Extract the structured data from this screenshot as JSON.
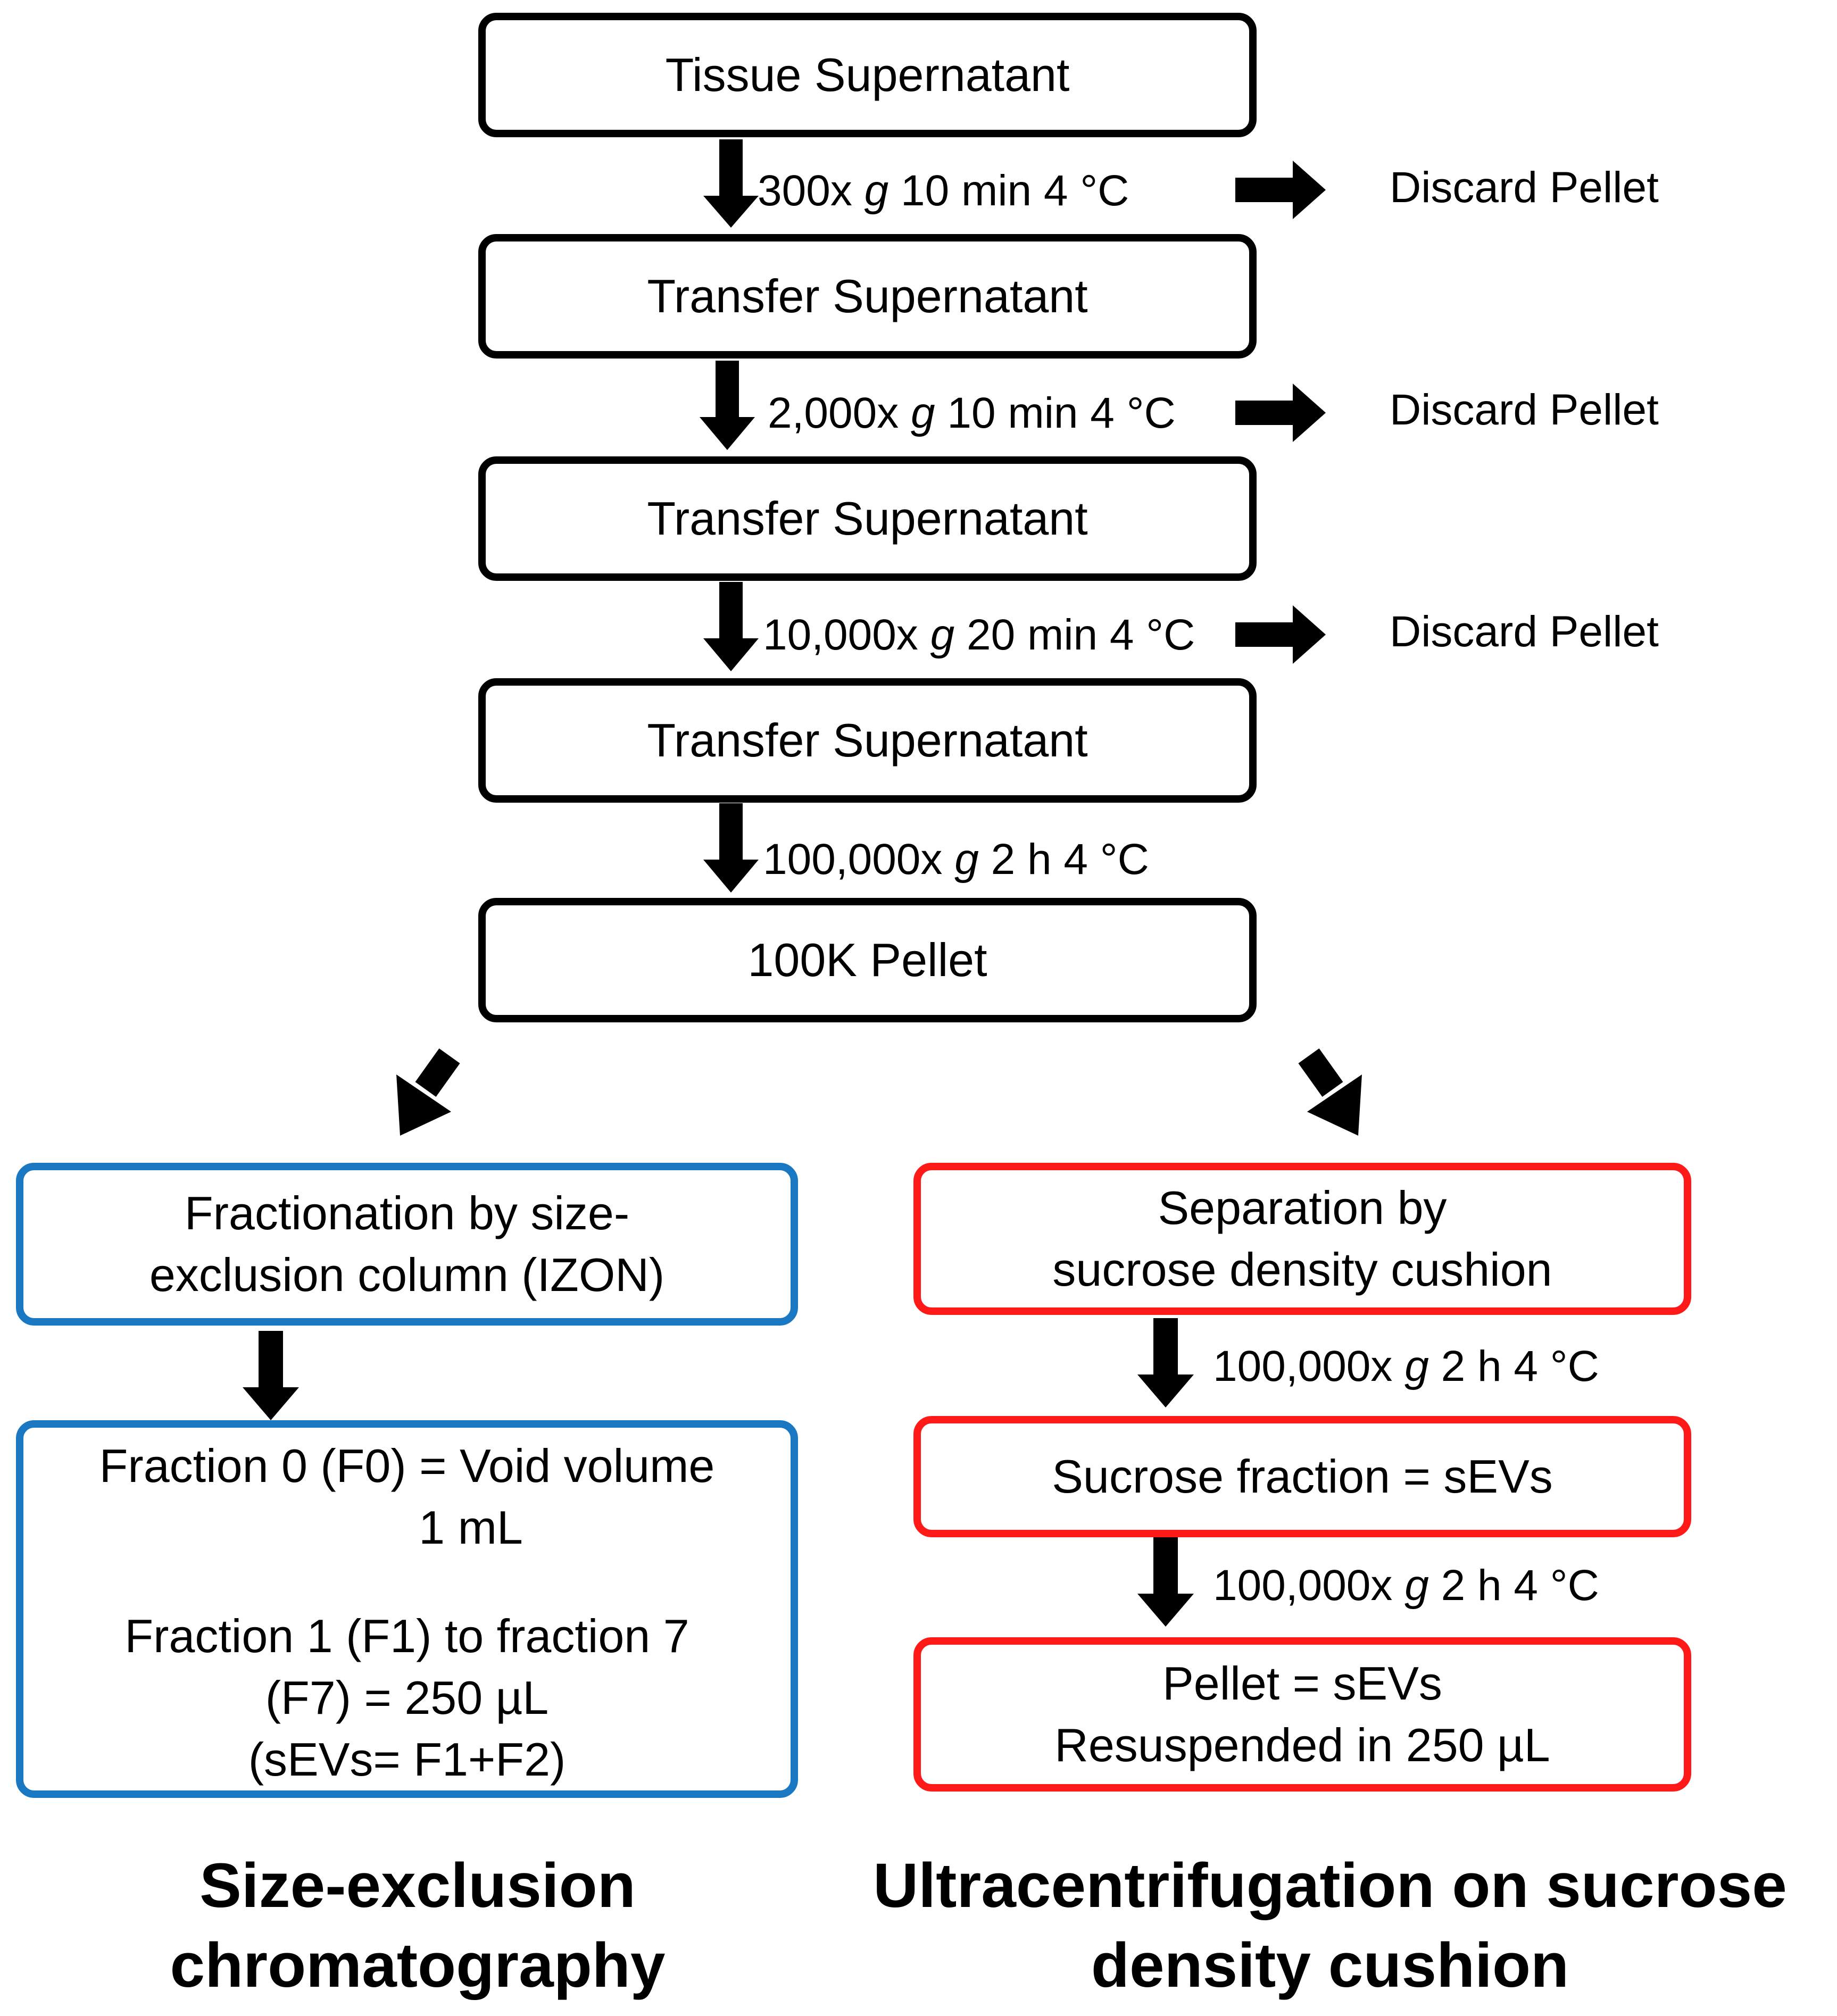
{
  "flow": {
    "steps": [
      "Tissue Supernatant",
      "Transfer Supernatant",
      "Transfer Supernatant",
      "Transfer Supernatant",
      "100K Pellet"
    ],
    "spins": [
      {
        "speed": "300x",
        "g": "g",
        "rest": "10 min 4 °C"
      },
      {
        "speed": "2,000x",
        "g": "g",
        "rest": "10 min 4 °C"
      },
      {
        "speed": "10,000x",
        "g": "g",
        "rest": "20 min 4 °C"
      },
      {
        "speed": "100,000x",
        "g": "g",
        "rest": "2 h 4 °C"
      }
    ],
    "discard": [
      "Discard Pellet",
      "Discard Pellet",
      "Discard Pellet"
    ]
  },
  "sec": {
    "box1": [
      "Fractionation by size-",
      "exclusion column (IZON)"
    ],
    "box2": [
      "Fraction 0 (F0) = Void volume",
      "1 mL",
      "",
      "Fraction 1 (F1) to fraction 7",
      "(F7) = 250 µL",
      "(sEVs=  F1+F2)"
    ],
    "caption": [
      "Size-exclusion",
      "chromatography"
    ],
    "color": "#1a78c2"
  },
  "uc": {
    "box1": [
      "Separation by",
      "sucrose density cushion"
    ],
    "spin1": {
      "speed": "100,000x",
      "g": "g",
      "rest": "2 h 4 °C"
    },
    "box2": "Sucrose fraction = sEVs",
    "spin2": {
      "speed": "100,000x",
      "g": "g",
      "rest": "2 h 4 °C"
    },
    "box3": [
      "Pellet = sEVs",
      "Resuspended in 250 µL"
    ],
    "caption": [
      "Ultracentrifugation on sucrose",
      "density cushion"
    ],
    "color": "#ff1a1a"
  }
}
